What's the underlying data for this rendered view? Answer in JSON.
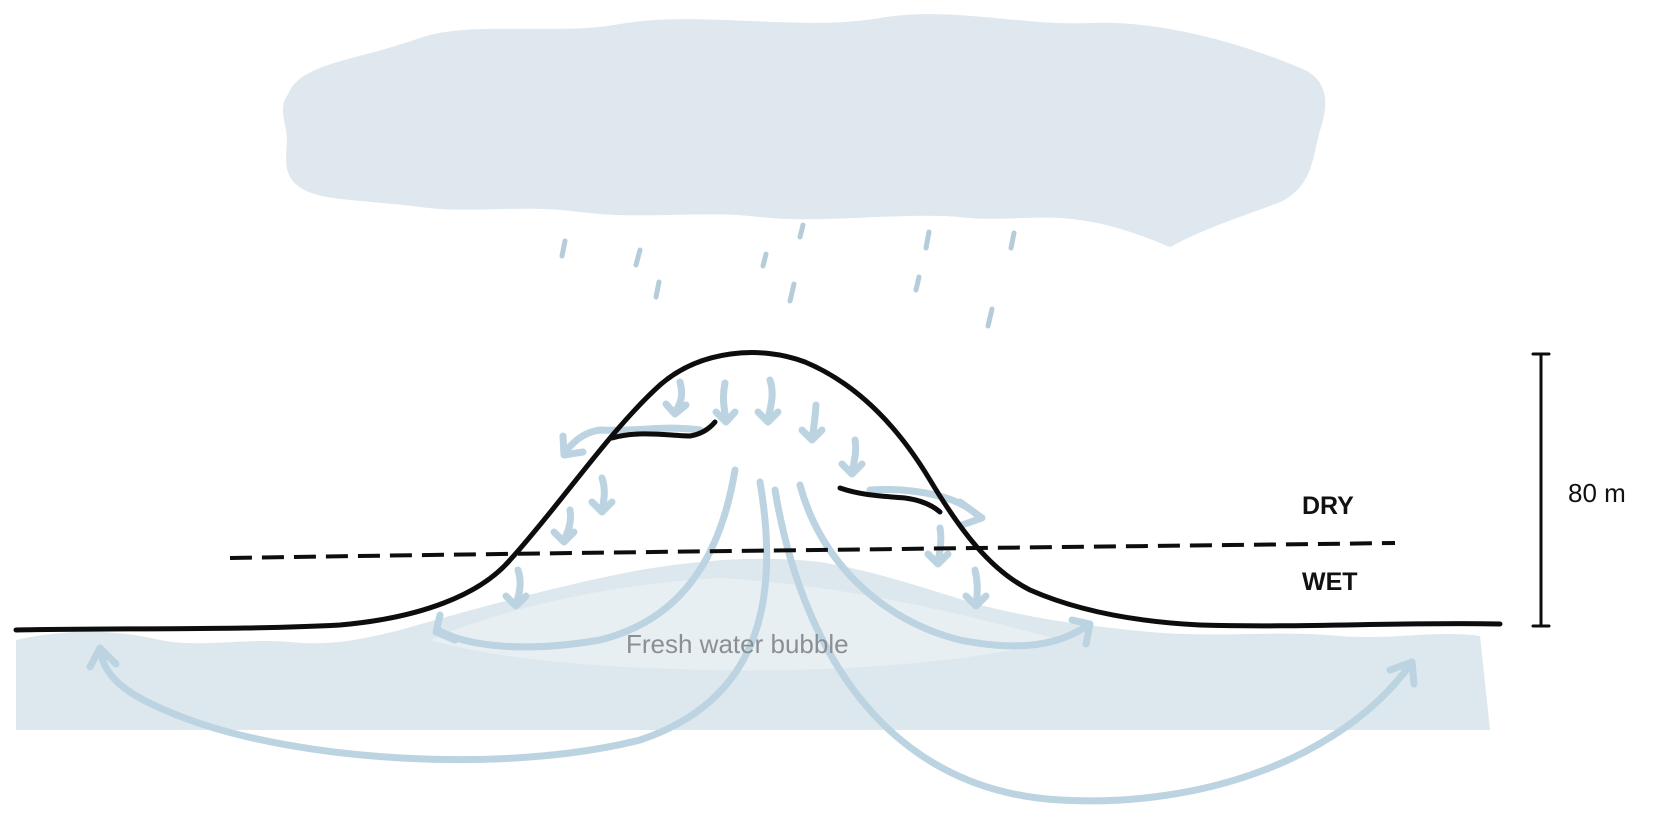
{
  "diagram": {
    "zones": {
      "dry_label": "DRY",
      "wet_label": "WET"
    },
    "bubble_label": "Fresh water bubble",
    "scale": {
      "height_label": "80 m"
    },
    "colors": {
      "cloud": "#dfe8ee",
      "rain": "#b7ccd9",
      "water": "#dde8ee",
      "flow_arrows": "#bcd3e1",
      "island_outline": "#0d0d0d",
      "label_text": "#111111",
      "bubble_text": "#8a8f93"
    },
    "icons": [
      "rain-cloud",
      "rain-drops",
      "flow-arrows",
      "island-outline",
      "water-table-line",
      "height-scale-bar"
    ]
  }
}
